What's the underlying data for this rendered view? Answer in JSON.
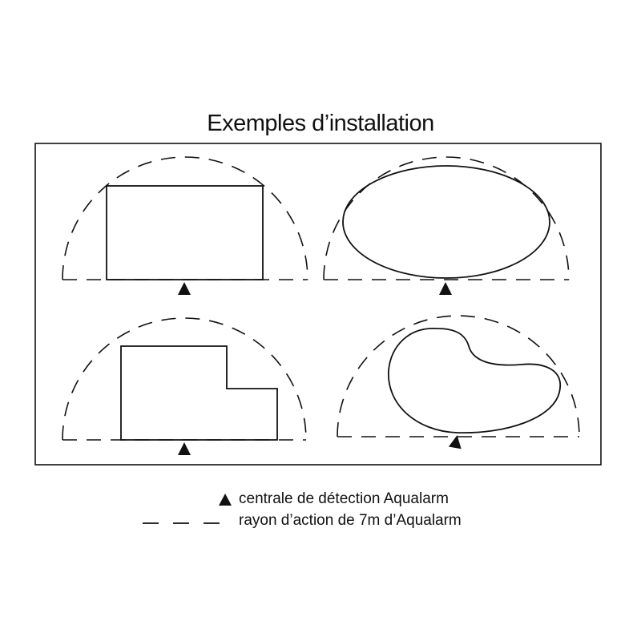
{
  "title": "Exemples d’installation",
  "legend": {
    "detector_label": "centrale de détection Aqualarm",
    "range_label": "rayon d’action de 7m d’Aqualarm"
  },
  "colors": {
    "ink": "#111111",
    "background": "#ffffff"
  },
  "examples": [
    {
      "pool_shape": "rectangle"
    },
    {
      "pool_shape": "oval"
    },
    {
      "pool_shape": "L-shape"
    },
    {
      "pool_shape": "kidney"
    }
  ]
}
